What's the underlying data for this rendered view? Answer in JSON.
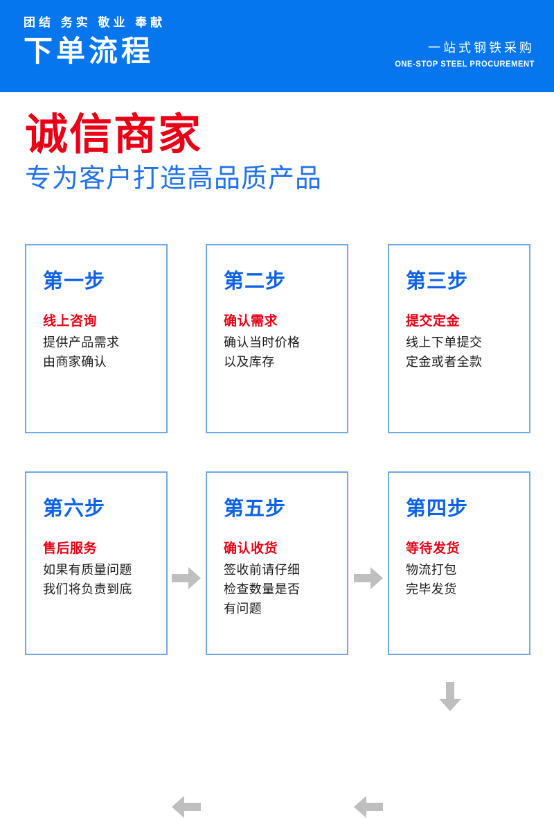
{
  "header": {
    "slogan": "团结 务实 敬业 奉献",
    "title": "下单流程",
    "tagline_cn": "一站式钢铁采购",
    "tagline_en": "ONE-STOP STEEL PROCUREMENT",
    "bg_color": "#0576ee"
  },
  "hero": {
    "main_title": "诚信商家",
    "main_color": "#ea0016",
    "subtitle": "专为客户打造高品质产品",
    "subtitle_color": "#2272e8"
  },
  "flow": {
    "box_border_color": "#6fa8e8",
    "step_number_color": "#0d62e8",
    "step_heading_color": "#ea0016",
    "arrow_color": "#bfbfbf",
    "steps": [
      {
        "number": "第一步",
        "heading": "线上咨询",
        "lines": [
          "提供产品需求",
          "由商家确认"
        ]
      },
      {
        "number": "第二步",
        "heading": "确认需求",
        "lines": [
          "确认当时价格",
          "以及库存"
        ]
      },
      {
        "number": "第三步",
        "heading": "提交定金",
        "lines": [
          "线上下单提交",
          "定金或者全款"
        ]
      },
      {
        "number": "第四步",
        "heading": "等待发货",
        "lines": [
          "物流打包",
          "完毕发货"
        ]
      },
      {
        "number": "第五步",
        "heading": "确认收货",
        "lines": [
          "签收前请仔细",
          "检查数量是否",
          "有问题"
        ]
      },
      {
        "number": "第六步",
        "heading": "售后服务",
        "lines": [
          "如果有质量问题",
          "我们将负责到底"
        ]
      }
    ],
    "arrows": [
      {
        "name": "arrow-step1-to-step2",
        "direction": "right"
      },
      {
        "name": "arrow-step2-to-step3",
        "direction": "right"
      },
      {
        "name": "arrow-step3-to-step4",
        "direction": "down"
      },
      {
        "name": "arrow-step4-to-step5",
        "direction": "left"
      },
      {
        "name": "arrow-step5-to-step6",
        "direction": "left"
      }
    ]
  }
}
